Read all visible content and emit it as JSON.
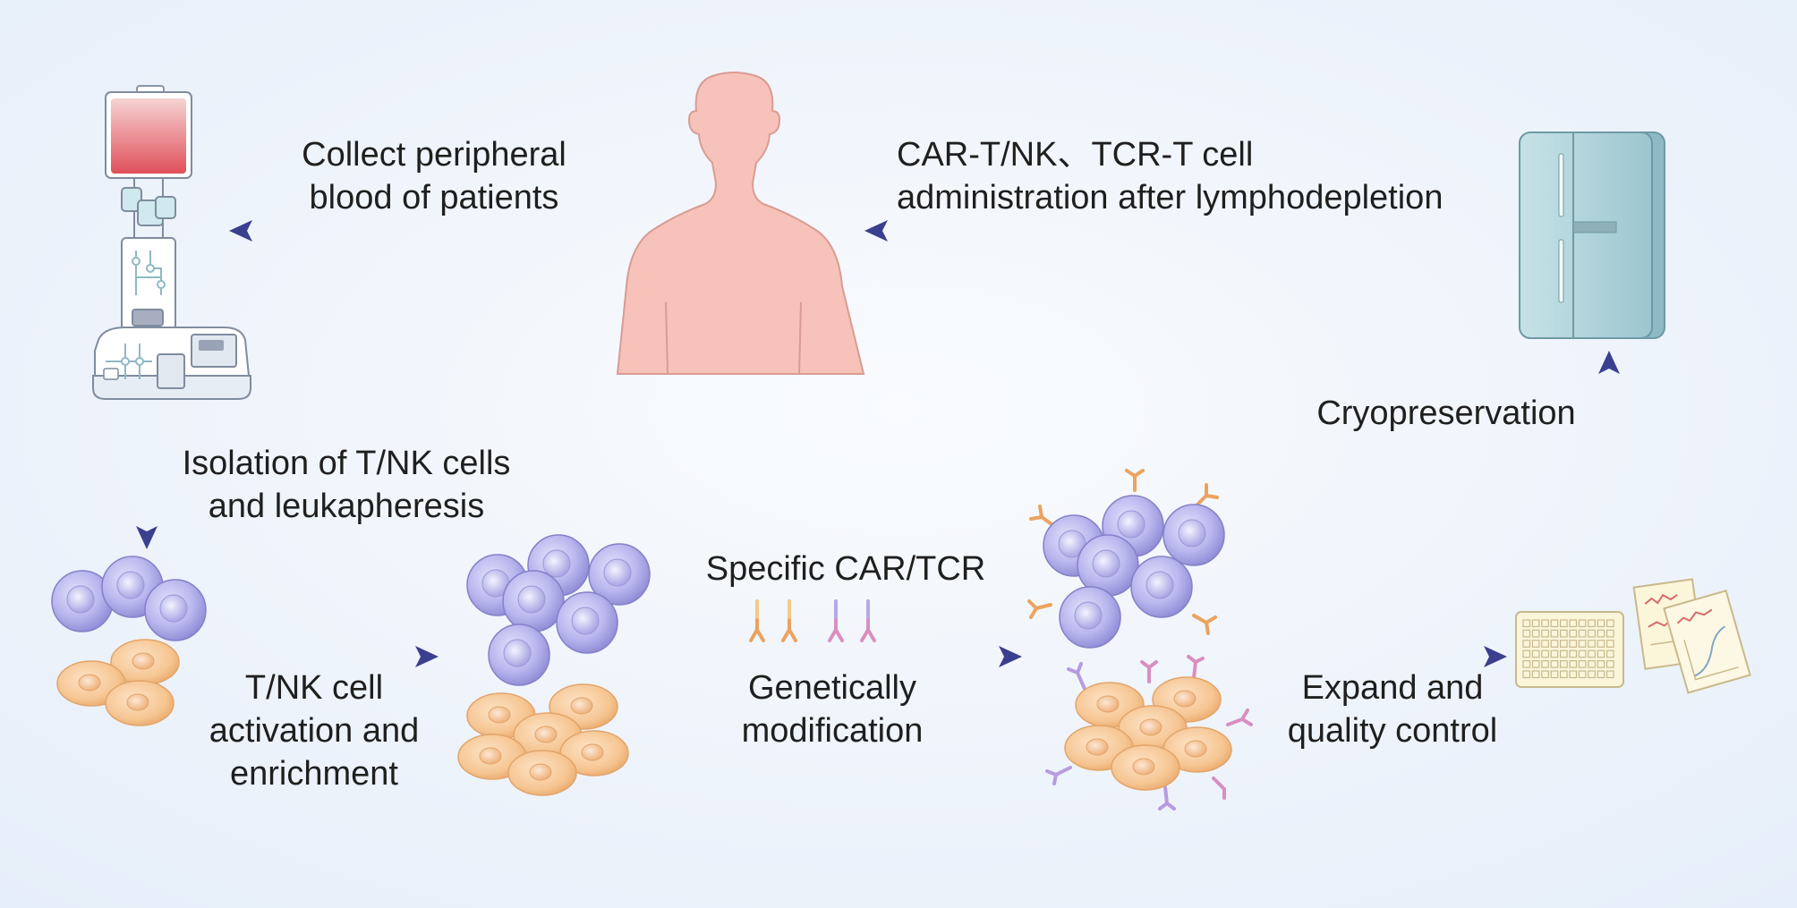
{
  "steps": {
    "collect": {
      "line1": "Collect peripheral",
      "line2": "blood of patients"
    },
    "administration": {
      "line1": "CAR-T/NK、TCR-T cell",
      "line2": "administration after lymphodepletion"
    },
    "isolation": {
      "line1": "Isolation of T/NK cells",
      "line2": "and leukapheresis"
    },
    "activation": {
      "line1": "T/NK cell",
      "line2": "activation and",
      "line3": "enrichment"
    },
    "modification": {
      "above": "Specific CAR/TCR",
      "line1": "Genetically",
      "line2": "modification"
    },
    "expand": {
      "line1": "Expand and",
      "line2": "quality control"
    },
    "cryo": {
      "line1": "Cryopreservation"
    }
  },
  "colors": {
    "arrow": "#3a3f8f",
    "arrow_tail": "#f0d9a0",
    "t_cell": "#b8b6ec",
    "nk_cell": "#f6c897",
    "body": "#f6c2ba",
    "fridge": "#a9cfd7",
    "background": "#eaf1fa"
  }
}
